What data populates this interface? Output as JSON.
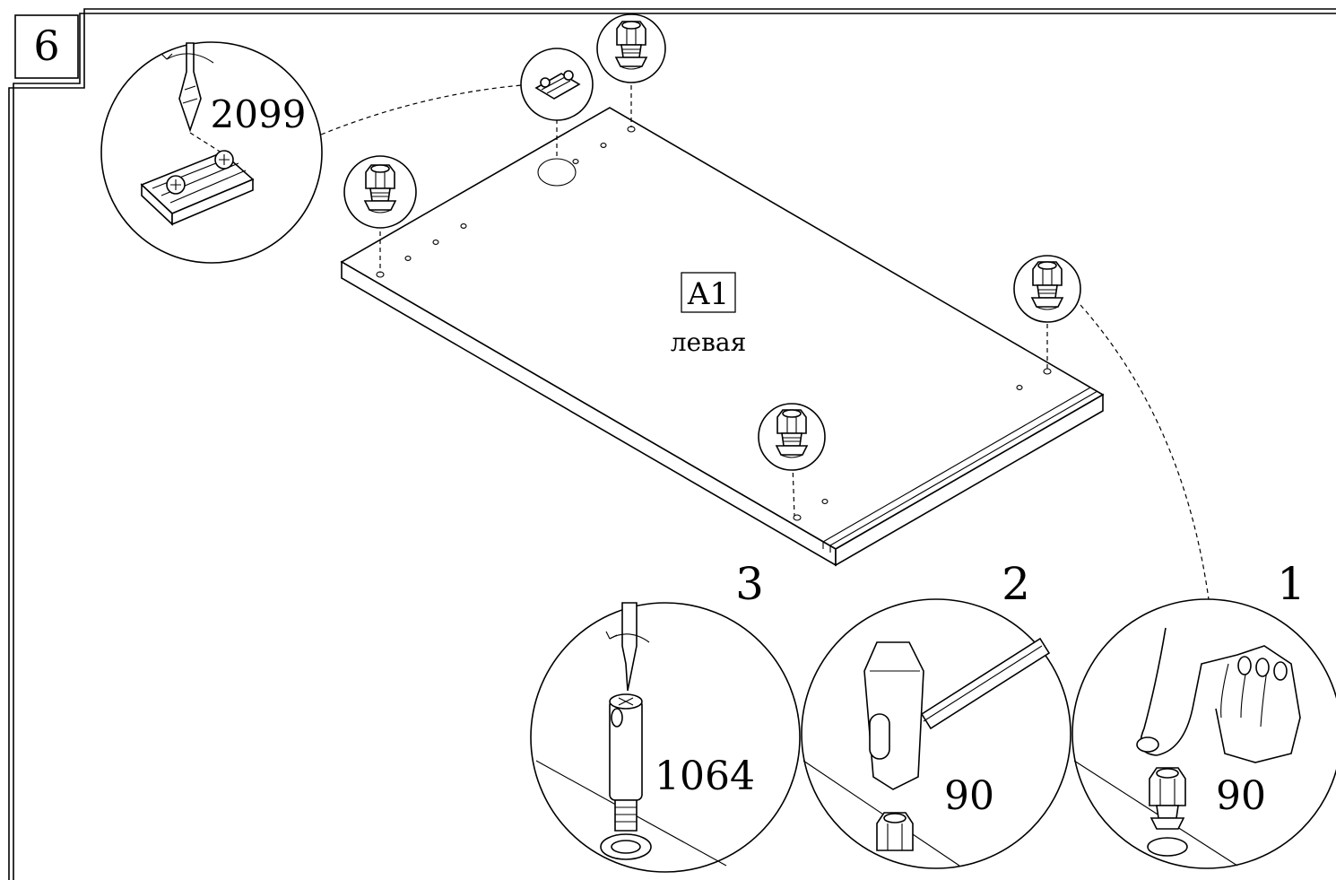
{
  "step_number": "6",
  "panel": {
    "code": "A1",
    "side_label": "левая"
  },
  "hinge_callout": {
    "part_code": "2099"
  },
  "substeps": [
    {
      "number": "3",
      "part_code": "1064"
    },
    {
      "number": "2",
      "part_code": "90"
    },
    {
      "number": "1",
      "part_code": "90"
    }
  ],
  "icons": [
    "hinge-plate-icon",
    "drill-bit-icon",
    "leveler-foot-icon",
    "hammer-icon",
    "screwdriver-icon",
    "hand-icon"
  ]
}
